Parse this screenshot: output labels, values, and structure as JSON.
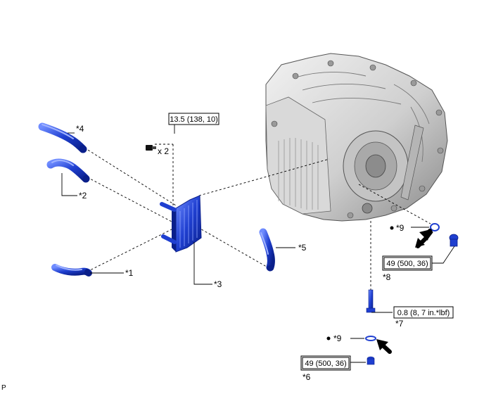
{
  "callouts": {
    "c1": "*1",
    "c2": "*2",
    "c3": "*3",
    "c4": "*4",
    "c5": "*5",
    "c6": "*6",
    "c7": "*7",
    "c8": "*8",
    "c9_upper": "*9",
    "c9_lower": "*9"
  },
  "torque": {
    "bolt": "13.5 (138, 10)",
    "plug_upper": "49 (500, 36)",
    "plug_lower": "49 (500, 36)",
    "stud": "0.8 (8, 7 in.*lbf)"
  },
  "quantity": "x 2",
  "figure_code": "P",
  "colors": {
    "part_blue": "#1f3fd0",
    "part_blue_light": "#6f8cff",
    "part_blue_dark": "#0a1f8a",
    "casing_light": "#e6e6e6",
    "casing_mid": "#bdbdbd",
    "casing_dark": "#6a6a6a",
    "line": "#000000"
  }
}
